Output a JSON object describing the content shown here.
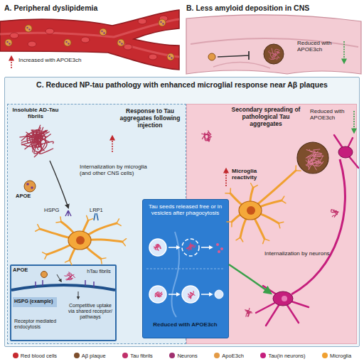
{
  "diagram": {
    "nodes": [
      {
        "text": [
          "A. Peripheral dyslipidemia",
          "Increased with APOE3ch"
        ]
      },
      {
        "text": [
          "B. Less amyloid deposition in CNS",
          "Reduced with APOE3ch"
        ]
      },
      {
        "text": [
          "C. Reduced NP-tau pathology with enhanced microglial response near Aβ plaques"
        ]
      },
      {
        "text": [
          "Response to Tau aggregates following injection",
          "Internalization by microglia (and other CNS cells)"
        ],
        "in": 2
      },
      {
        "text": [
          "APOE",
          "hTau fibrils",
          "HSPG (example)",
          "Receptor mediated endocytosis",
          "Competitive uptake via shared receptor/ pathways"
        ],
        "in": 3
      },
      {
        "text": [
          "Secondary spreading of pathological Tau aggregates",
          "Reduced with APOE3ch",
          "Microglia reactivity",
          "Internalization by neurons"
        ],
        "in": 2
      },
      {
        "text": [
          "Tau seeds released free or in vesicles after phagocytosis",
          "Reduced with APOE3ch"
        ],
        "in": 2
      }
    ],
    "labels": [
      "Insoluble AD-Tau fibrils",
      "APOE",
      "HSPG",
      "LRP1"
    ],
    "legend": [
      {
        "text": "Red blood cells",
        "color": "#c62a2f"
      },
      {
        "text": "Aβ plaque",
        "color": "#7d4e2c"
      },
      {
        "text": "Tau fibrils",
        "color": "#c0306a"
      },
      {
        "text": "Neurons",
        "color": "#a0306f"
      },
      {
        "text": "ApoE3ch",
        "color": "#e39a45"
      },
      {
        "text": "Tau(in neurons)",
        "color": "#c51d7c"
      },
      {
        "text": "Microglia",
        "color": "#f0a030"
      }
    ]
  }
}
